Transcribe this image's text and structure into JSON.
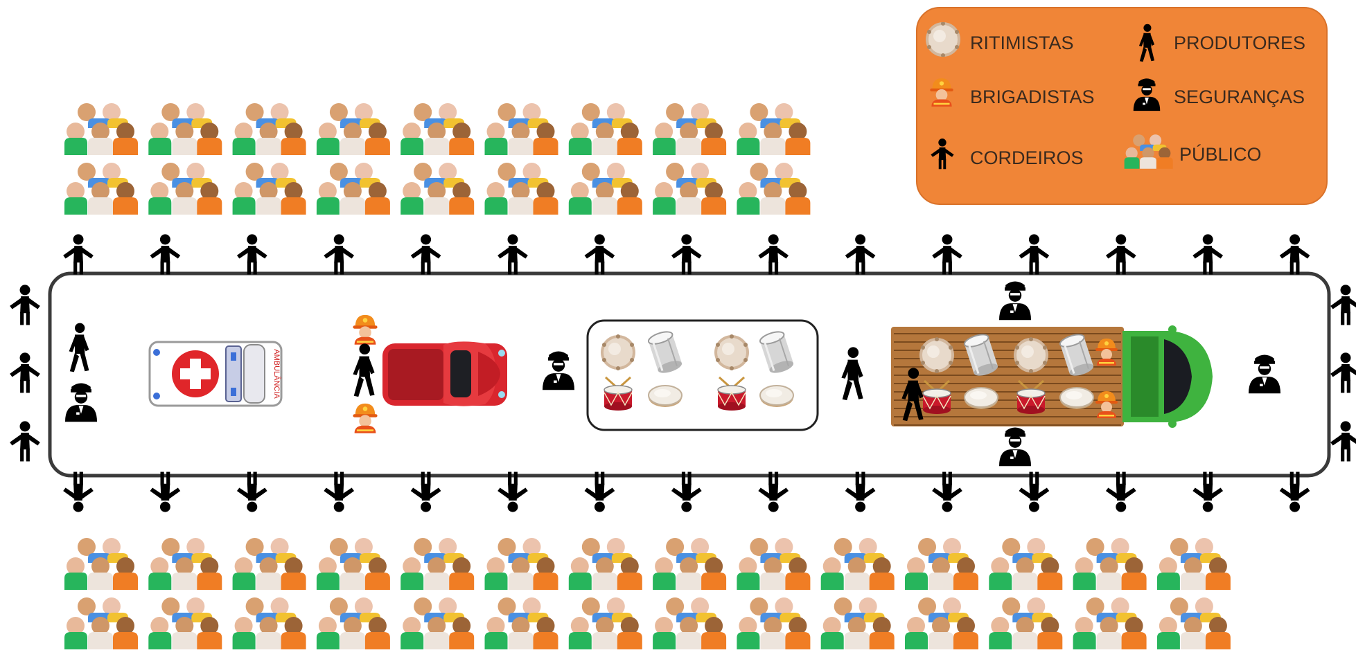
{
  "legend": {
    "items": [
      {
        "key": "ritimistas",
        "label": "RITIMISTAS",
        "icon": "tambourine-icon"
      },
      {
        "key": "produtores",
        "label": "PRODUTORES",
        "icon": "walking-person-icon"
      },
      {
        "key": "brigadistas",
        "label": "BRIGADISTAS",
        "icon": "firefighter-icon"
      },
      {
        "key": "segurancas",
        "label": "SEGURANÇAS",
        "icon": "security-guard-icon"
      },
      {
        "key": "cordeiros",
        "label": "CORDEIROS",
        "icon": "rope-holder-icon"
      },
      {
        "key": "publico",
        "label": "PÚBLICO",
        "icon": "crowd-icon"
      }
    ]
  },
  "vehicles": {
    "ambulance_text": "AMBULÂNCIA"
  },
  "colors": {
    "legend_background": "#f08537",
    "cordon_line": "#3a3a3a",
    "ambulance_cross": "#e0262a",
    "red_car": "#d9262e",
    "green_truck": "#3fb33f",
    "truck_bed": "#b5773c"
  }
}
